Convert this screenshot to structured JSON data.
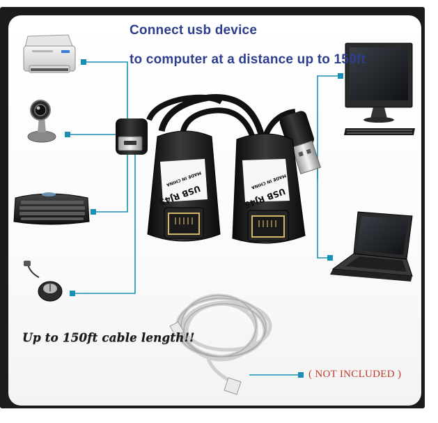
{
  "headline": {
    "line1": "Connect usb device",
    "line2": "to computer at a distance up to 150ft"
  },
  "caption": {
    "cable_length": "Up to 150ft cable length!!",
    "not_included": "( NOT INCLUDED )"
  },
  "adapter_labels": {
    "left_model": "USB RJ45",
    "left_origin": "MADE IN CHINA",
    "right_model": "USB RJ45",
    "right_origin": "MADE IN CHINA"
  },
  "colors": {
    "headline": "#2c3e8c",
    "connector_line": "#1a8fb5",
    "note": "#c0392b",
    "frame": "#1b1b1b"
  },
  "icons": [
    "printer-icon",
    "webcam-icon",
    "keyboard-icon",
    "mouse-icon",
    "monitor-icon",
    "laptop-icon",
    "ethernet-cable-icon",
    "usb-extender-adapter-icon"
  ]
}
